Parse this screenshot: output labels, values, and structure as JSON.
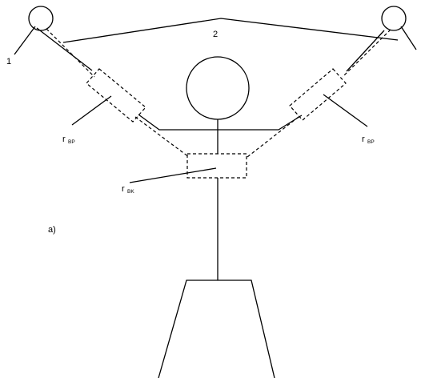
{
  "labels": {
    "point_1": "1",
    "point_2": "2",
    "r_left_symbol": "r",
    "r_left_sub": "BP",
    "r_right_symbol": "r",
    "r_right_sub": "BP",
    "r_center_symbol": "r",
    "r_center_sub": "BK",
    "panel": "a)"
  }
}
